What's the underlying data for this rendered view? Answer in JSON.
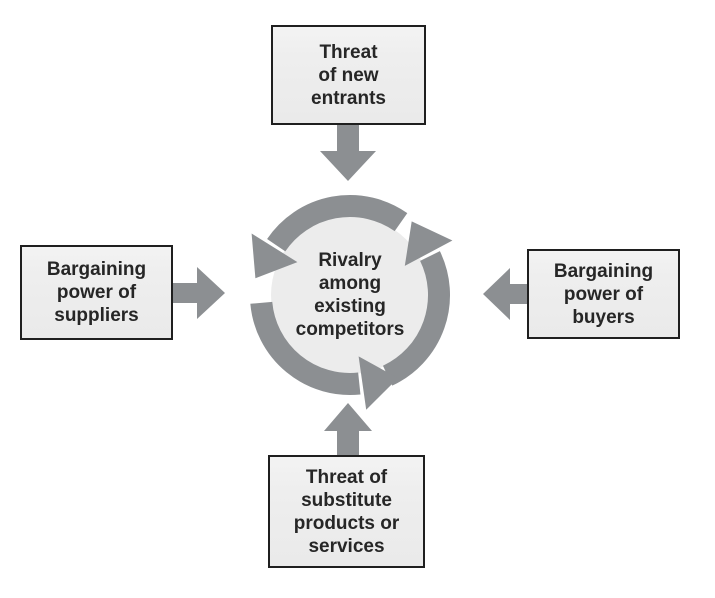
{
  "diagram": {
    "type": "porters-five-forces",
    "center": {
      "lines": [
        "Rivalry",
        "among",
        "existing",
        "competitors"
      ]
    },
    "forces": {
      "new_entrants": {
        "lines": [
          "Threat",
          "of new",
          "entrants"
        ],
        "position": "top",
        "arrow_direction": "down"
      },
      "suppliers": {
        "lines": [
          "Bargaining",
          "power of",
          "suppliers"
        ],
        "position": "left",
        "arrow_direction": "right"
      },
      "buyers": {
        "lines": [
          "Bargaining",
          "power of",
          "buyers"
        ],
        "position": "right",
        "arrow_direction": "left"
      },
      "substitutes": {
        "lines": [
          "Threat of",
          "substitute",
          "products or",
          "services"
        ],
        "position": "bottom",
        "arrow_direction": "up"
      }
    },
    "icons": {
      "center_cycle": "counterclockwise-cycle-icon",
      "top": "arrow-down-icon",
      "left": "arrow-right-icon",
      "right": "arrow-left-icon",
      "bottom": "arrow-up-icon"
    },
    "colors": {
      "arrow_gray": "#8c8f92",
      "box_fill": "#eeeeee",
      "box_border": "#1f1f1f",
      "text": "#262626",
      "ring_inner_fill": "#ececec",
      "background": "#ffffff"
    }
  }
}
